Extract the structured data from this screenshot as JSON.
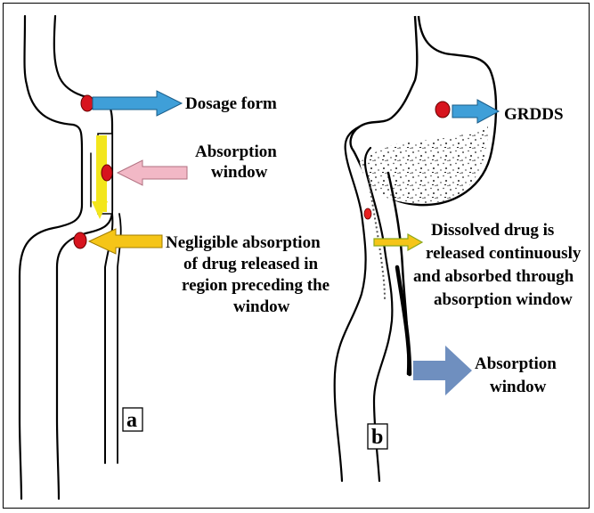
{
  "panel_a": {
    "letter": "a",
    "labels": {
      "dosage_form": "Dosage form",
      "absorption_window_line1": "Absorption",
      "absorption_window_line2": "window",
      "negligible_line1": "Negligible absorption",
      "negligible_line2": "of drug released in",
      "negligible_line3": "region preceding the",
      "negligible_line4": "window"
    }
  },
  "panel_b": {
    "letter": "b",
    "labels": {
      "grdds": "GRDDS",
      "dissolved_line1": "Dissolved drug is",
      "dissolved_line2": "released continuously",
      "dissolved_line3": "and absorbed through",
      "dissolved_line4": "absorption window",
      "absorption_window_line1": "Absorption",
      "absorption_window_line2": "window"
    }
  },
  "colors": {
    "blue_arrow": "#3f9fd8",
    "pink_arrow": "#f2b8c6",
    "yellow_arrow": "#f5c518",
    "bright_yellow": "#f3e61c",
    "steel_blue_arrow": "#6f8fbf",
    "pill_red": "#d7141e"
  }
}
